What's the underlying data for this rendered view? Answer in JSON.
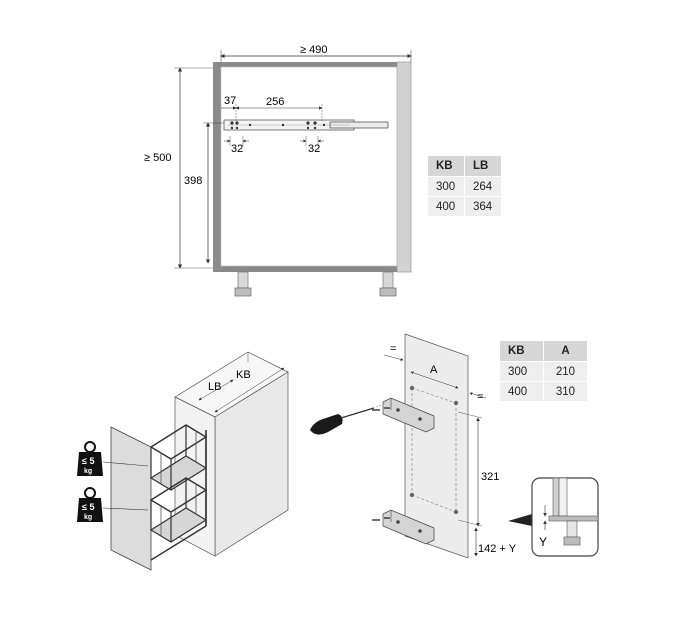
{
  "cabinet_front": {
    "dim_width": "≥ 490",
    "dim_height": "≥ 500",
    "dim_inner_height": "398",
    "dim_37": "37",
    "dim_256": "256",
    "dim_32_left": "32",
    "dim_32_right": "32"
  },
  "table_kb_lb": {
    "headers": [
      "KB",
      "LB"
    ],
    "rows": [
      [
        "300",
        "264"
      ],
      [
        "400",
        "364"
      ]
    ]
  },
  "table_kb_a": {
    "headers": [
      "KB",
      "A"
    ],
    "rows": [
      [
        "300",
        "210"
      ],
      [
        "400",
        "310"
      ]
    ]
  },
  "perspective": {
    "label_lb": "LB",
    "label_kb": "KB",
    "weight_top": "≤ 5",
    "weight_top_unit": "kg",
    "weight_bottom": "≤ 5",
    "weight_bottom_unit": "kg"
  },
  "mounting": {
    "label_a": "A",
    "equal_left": "=",
    "equal_right": "=",
    "dim_321": "321",
    "dim_142": "142 +  Y",
    "detail_y": "Y"
  }
}
